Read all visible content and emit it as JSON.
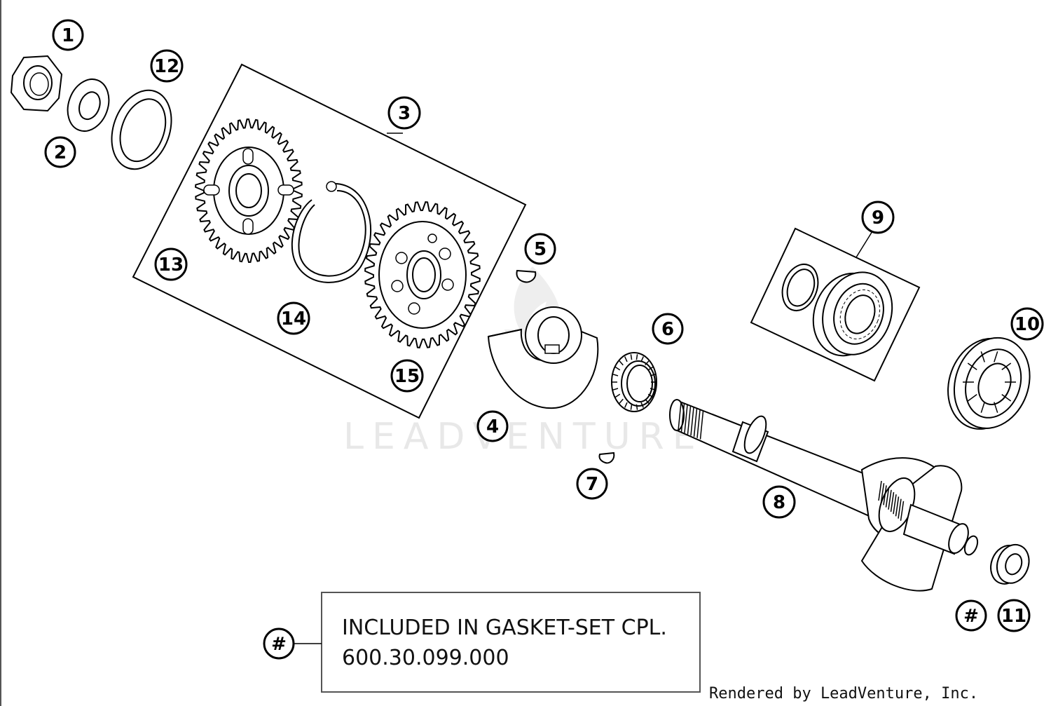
{
  "watermark": "LEADVENTURE",
  "callouts": {
    "c1": "1",
    "c2": "2",
    "c3": "3",
    "c4": "4",
    "c5": "5",
    "c6": "6",
    "c7": "7",
    "c8": "8",
    "c9": "9",
    "c10": "10",
    "c11": "11",
    "c12": "12",
    "c13": "13",
    "c14": "14",
    "c15": "15",
    "hash_note": "#",
    "hash_part": "#"
  },
  "note": {
    "line1": "INCLUDED IN GASKET-SET CPL.",
    "line2": "600.30.099.000"
  },
  "credit": "Rendered by LeadVenture, Inc."
}
